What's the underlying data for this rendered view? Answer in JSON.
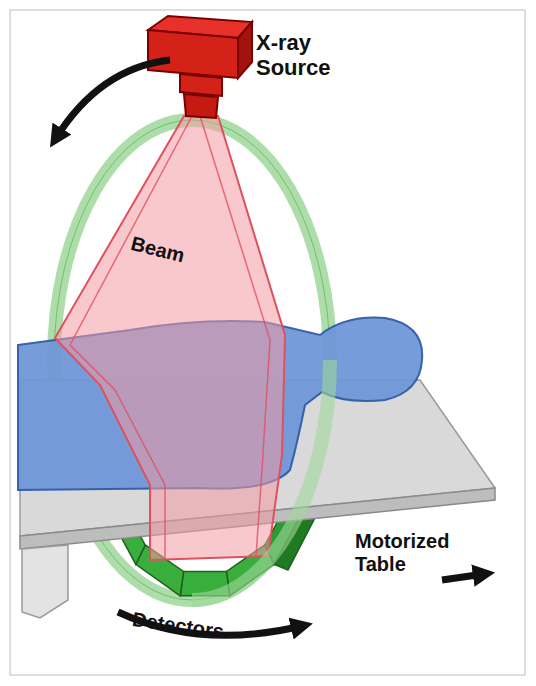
{
  "diagram": {
    "labels": [
      "X-ray Source",
      "Beam",
      "Motorized Table",
      "Detectors"
    ]
  }
}
